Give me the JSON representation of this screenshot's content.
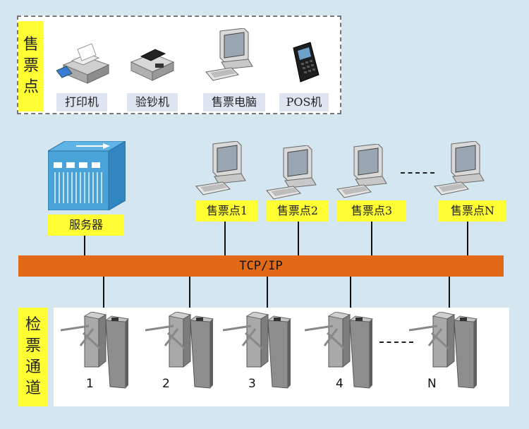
{
  "ticket_office": {
    "title_chars": [
      "售",
      "票",
      "点"
    ],
    "devices": [
      {
        "label": "打印机",
        "icon": "printer-icon"
      },
      {
        "label": "验钞机",
        "icon": "money-counter-icon"
      },
      {
        "label": "售票电脑",
        "icon": "computer-icon"
      },
      {
        "label": "POS机",
        "icon": "pos-terminal-icon"
      }
    ]
  },
  "network": {
    "server_label": "服务器",
    "bus_label": "TCP/IP",
    "terminals": [
      "售票点1",
      "售票点2",
      "售票点3",
      "售票点N"
    ]
  },
  "gates": {
    "title_chars": [
      "检",
      "票",
      "通",
      "道"
    ],
    "numbers": [
      "1",
      "2",
      "3",
      "4",
      "N"
    ]
  },
  "colors": {
    "label_yellow": "#ffff33",
    "bus_orange": "#e26a17",
    "background": "#d4e6ef"
  }
}
